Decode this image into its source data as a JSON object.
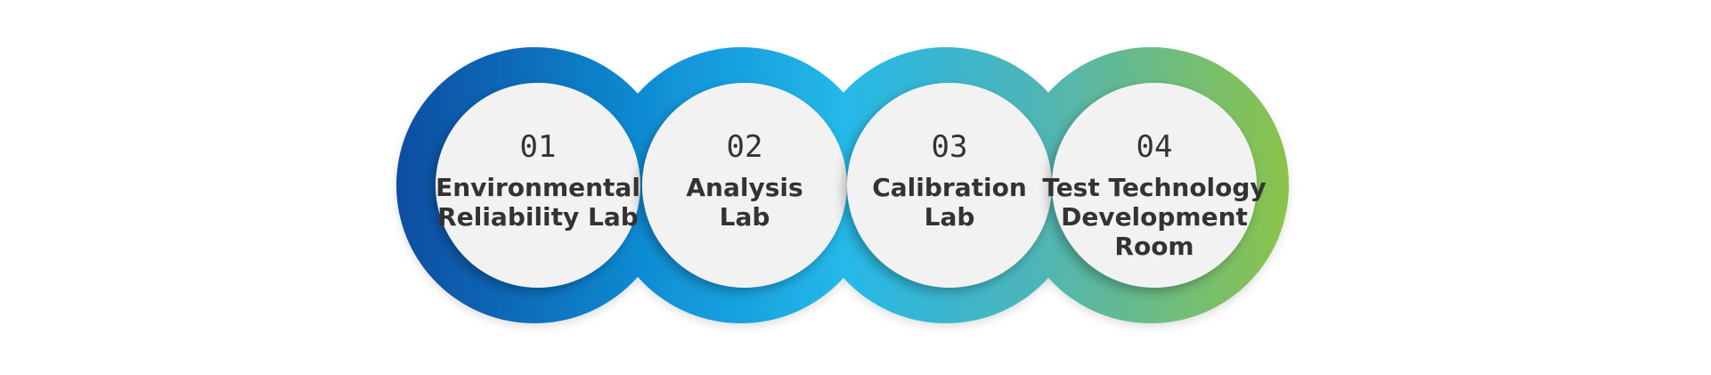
{
  "colors": {
    "gradient_start": "#0B4EA2",
    "gradient_mid1": "#1296DB",
    "gradient_mid2": "#25B8E8",
    "gradient_mid3": "#4FB5B7",
    "gradient_end": "#8BC34A",
    "inner_fill": "#F2F2F2",
    "text": "#333333"
  },
  "steps": [
    {
      "number": "01",
      "title_lines": [
        "Environmental",
        "Reliability Lab"
      ]
    },
    {
      "number": "02",
      "title_lines": [
        "Analysis",
        "Lab"
      ]
    },
    {
      "number": "03",
      "title_lines": [
        "Calibration",
        "Lab"
      ]
    },
    {
      "number": "04",
      "title_lines": [
        "Test Technology",
        "Development",
        "Room"
      ]
    }
  ]
}
